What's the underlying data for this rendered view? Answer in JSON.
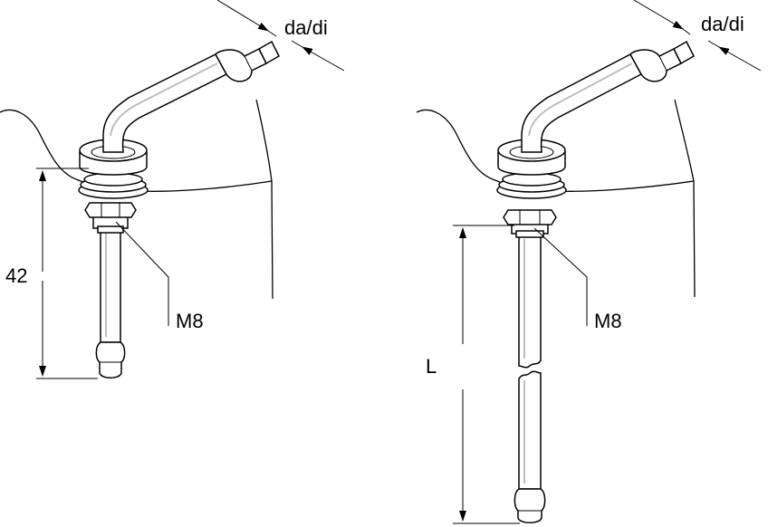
{
  "left_detail": {
    "diameter_label": "da/di",
    "thread_label": "M8",
    "height_label": "42"
  },
  "right_detail": {
    "diameter_label": "da/di",
    "thread_label": "M8",
    "length_label": "L"
  },
  "colors": {
    "line": "#000000",
    "background": "#ffffff",
    "highlight": "#bdbdbd"
  }
}
